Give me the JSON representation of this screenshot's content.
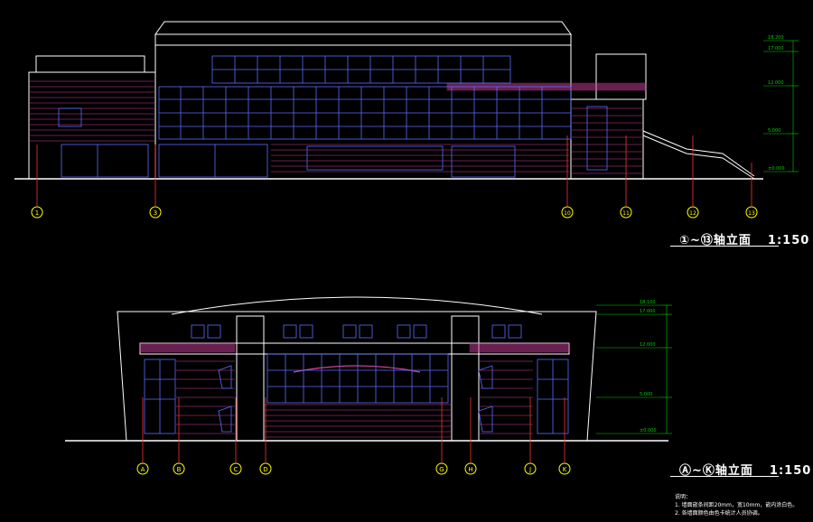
{
  "drawing": {
    "colors": {
      "background": "#000000",
      "line": "#ffffff",
      "window": "#5a6cff",
      "cladding": "#d040a0",
      "dim": "#00d000",
      "axis": "#ffff00",
      "callout": "#ff3030"
    },
    "upper": {
      "title_axis": "①~⑬",
      "title_suffix": "轴立面",
      "scale": "1:150",
      "axes": [
        "1",
        "3",
        "10",
        "11",
        "12",
        "13"
      ],
      "levels": [
        "18.200",
        "17.000",
        "12.000",
        "5.000",
        "±0.000"
      ]
    },
    "lower": {
      "title_axis": "Ⓐ~Ⓚ",
      "title_suffix": "轴立面",
      "scale": "1:150",
      "axes": [
        "A",
        "B",
        "C",
        "D",
        "G",
        "H",
        "J",
        "K"
      ],
      "levels": [
        "18.100",
        "17.000",
        "12.000",
        "5.000",
        "±0.000"
      ]
    },
    "notes": {
      "heading": "说明：",
      "items": [
        "1. 墙面嵌条间距20mm，宽10mm，嵌内涂白色。",
        "2. 各墙面颜色由色卡统计人员协调。"
      ]
    }
  }
}
